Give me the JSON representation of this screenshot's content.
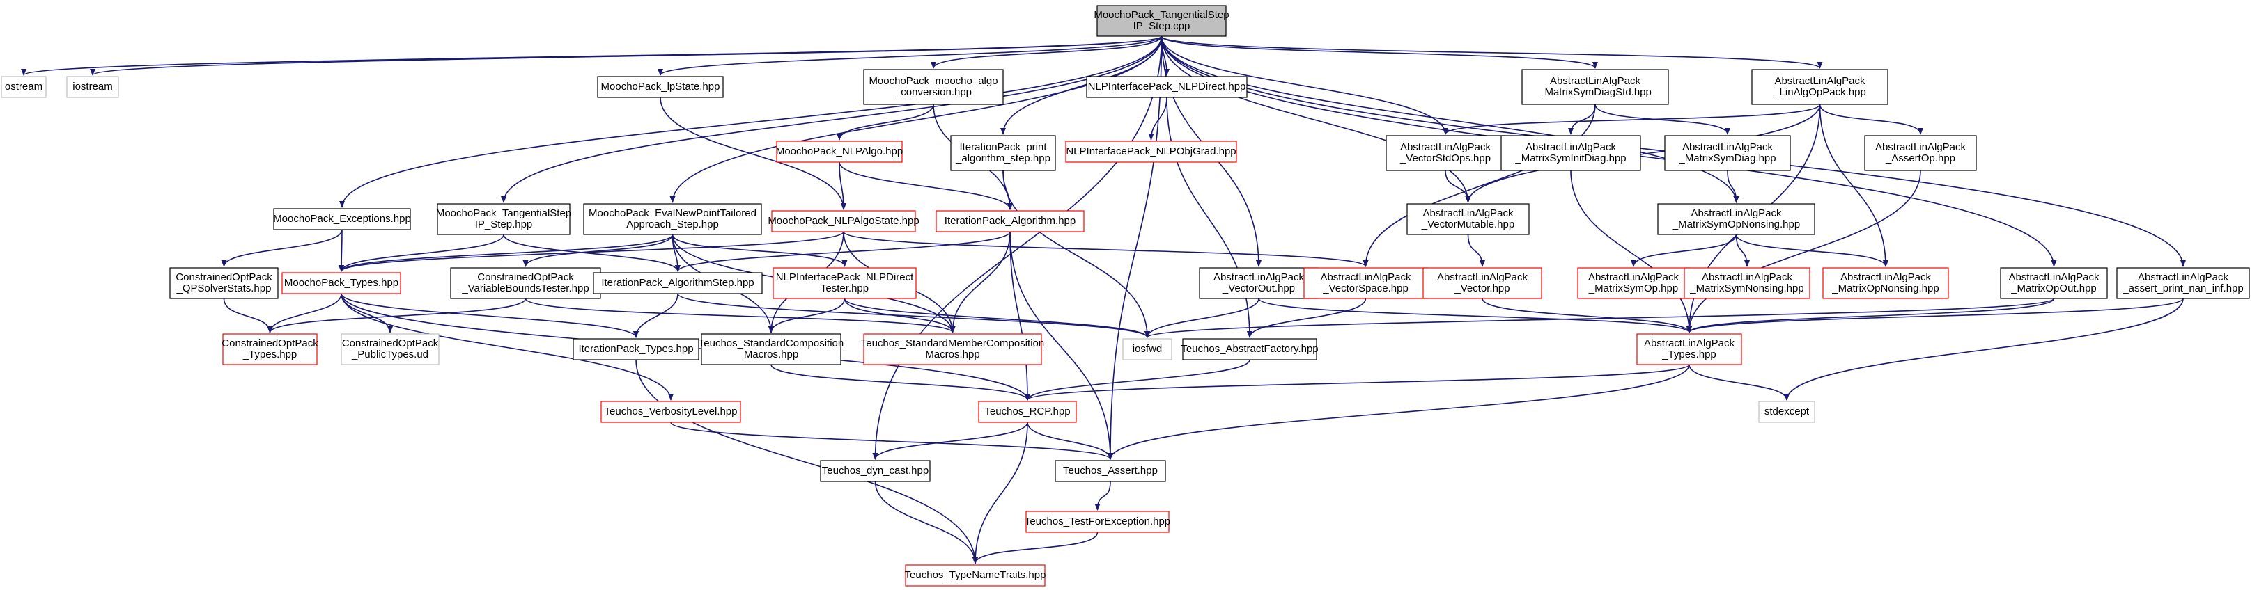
{
  "colors": {
    "root_fill": "#bfbfbf",
    "border_documented": "#000000",
    "border_undocumented": "#ff0000",
    "border_external": "#bfbfbf",
    "edge": "#191970",
    "edge_alt": "#a03030"
  },
  "nodes": [
    {
      "id": "root",
      "lines": [
        "MoochoPack_TangentialStep",
        "IP_Step.cpp"
      ],
      "kind": "root"
    },
    {
      "id": "ostream",
      "lines": [
        "ostream"
      ],
      "kind": "external"
    },
    {
      "id": "iostream",
      "lines": [
        "iostream"
      ],
      "kind": "external"
    },
    {
      "id": "lpstate",
      "lines": [
        "MoochoPack_lpState.hpp"
      ],
      "kind": "documented"
    },
    {
      "id": "algoconv",
      "lines": [
        "MoochoPack_moocho_algo",
        "_conversion.hpp"
      ],
      "kind": "documented"
    },
    {
      "id": "nlpdirect",
      "lines": [
        "NLPInterfacePack_NLPDirect.hpp"
      ],
      "kind": "documented"
    },
    {
      "id": "msdiagstd",
      "lines": [
        "AbstractLinAlgPack",
        "_MatrixSymDiagStd.hpp"
      ],
      "kind": "documented"
    },
    {
      "id": "linalgop",
      "lines": [
        "AbstractLinAlgPack",
        "_LinAlgOpPack.hpp"
      ],
      "kind": "documented"
    },
    {
      "id": "nlpalgo",
      "lines": [
        "MoochoPack_NLPAlgo.hpp"
      ],
      "kind": "undocumented"
    },
    {
      "id": "printalgo",
      "lines": [
        "IterationPack_print",
        "_algorithm_step.hpp"
      ],
      "kind": "documented"
    },
    {
      "id": "nlpobjgrad",
      "lines": [
        "NLPInterfacePack_NLPObjGrad.hpp"
      ],
      "kind": "undocumented"
    },
    {
      "id": "vecstdops",
      "lines": [
        "AbstractLinAlgPack",
        "_VectorStdOps.hpp"
      ],
      "kind": "documented"
    },
    {
      "id": "msinitdiag",
      "lines": [
        "AbstractLinAlgPack",
        "_MatrixSymInitDiag.hpp"
      ],
      "kind": "documented"
    },
    {
      "id": "msdiag",
      "lines": [
        "AbstractLinAlgPack",
        "_MatrixSymDiag.hpp"
      ],
      "kind": "documented"
    },
    {
      "id": "assertop",
      "lines": [
        "AbstractLinAlgPack",
        "_AssertOp.hpp"
      ],
      "kind": "documented"
    },
    {
      "id": "exceptions",
      "lines": [
        "MoochoPack_Exceptions.hpp"
      ],
      "kind": "documented"
    },
    {
      "id": "tangstep",
      "lines": [
        "MoochoPack_TangentialStep",
        "IP_Step.hpp"
      ],
      "kind": "documented"
    },
    {
      "id": "evalnew",
      "lines": [
        "MoochoPack_EvalNewPointTailored",
        "Approach_Step.hpp"
      ],
      "kind": "documented"
    },
    {
      "id": "nlpalgostate",
      "lines": [
        "MoochoPack_NLPAlgoState.hpp"
      ],
      "kind": "undocumented"
    },
    {
      "id": "italgo",
      "lines": [
        "IterationPack_Algorithm.hpp"
      ],
      "kind": "undocumented"
    },
    {
      "id": "vecmutable",
      "lines": [
        "AbstractLinAlgPack",
        "_VectorMutable.hpp"
      ],
      "kind": "documented"
    },
    {
      "id": "msopnonsing",
      "lines": [
        "AbstractLinAlgPack",
        "_MatrixSymOpNonsing.hpp"
      ],
      "kind": "documented"
    },
    {
      "id": "qpsolver",
      "lines": [
        "ConstrainedOptPack",
        "_QPSolverStats.hpp"
      ],
      "kind": "documented"
    },
    {
      "id": "mptypes",
      "lines": [
        "MoochoPack_Types.hpp"
      ],
      "kind": "undocumented"
    },
    {
      "id": "varbounds",
      "lines": [
        "ConstrainedOptPack",
        "_VariableBoundsTester.hpp"
      ],
      "kind": "documented"
    },
    {
      "id": "itstep",
      "lines": [
        "IterationPack_AlgorithmStep.hpp"
      ],
      "kind": "documented"
    },
    {
      "id": "nlpdirecttester",
      "lines": [
        "NLPInterfacePack_NLPDirect",
        "Tester.hpp"
      ],
      "kind": "undocumented"
    },
    {
      "id": "vecout",
      "lines": [
        "AbstractLinAlgPack",
        "_VectorOut.hpp"
      ],
      "kind": "documented"
    },
    {
      "id": "vecspace",
      "lines": [
        "AbstractLinAlgPack",
        "_VectorSpace.hpp"
      ],
      "kind": "undocumented"
    },
    {
      "id": "vector",
      "lines": [
        "AbstractLinAlgPack",
        "_Vector.hpp"
      ],
      "kind": "undocumented"
    },
    {
      "id": "msop",
      "lines": [
        "AbstractLinAlgPack",
        "_MatrixSymOp.hpp"
      ],
      "kind": "undocumented"
    },
    {
      "id": "msnonsing",
      "lines": [
        "AbstractLinAlgPack",
        "_MatrixSymNonsing.hpp"
      ],
      "kind": "undocumented"
    },
    {
      "id": "mopnonsing",
      "lines": [
        "AbstractLinAlgPack",
        "_MatrixOpNonsing.hpp"
      ],
      "kind": "undocumented"
    },
    {
      "id": "matrixopout",
      "lines": [
        "AbstractLinAlgPack",
        "_MatrixOpOut.hpp"
      ],
      "kind": "documented"
    },
    {
      "id": "printnaninf",
      "lines": [
        "AbstractLinAlgPack",
        "_assert_print_nan_inf.hpp"
      ],
      "kind": "documented"
    },
    {
      "id": "coptypes",
      "lines": [
        "ConstrainedOptPack",
        "_Types.hpp"
      ],
      "kind": "undocumented"
    },
    {
      "id": "coppublic",
      "lines": [
        "ConstrainedOptPack",
        "_PublicTypes.ud"
      ],
      "kind": "external"
    },
    {
      "id": "ittypes",
      "lines": [
        "IterationPack_Types.hpp"
      ],
      "kind": "documented"
    },
    {
      "id": "stdcomp",
      "lines": [
        "Teuchos_StandardComposition",
        "Macros.hpp"
      ],
      "kind": "documented"
    },
    {
      "id": "stdmember",
      "lines": [
        "Teuchos_StandardMemberComposition",
        "Macros.hpp"
      ],
      "kind": "undocumented"
    },
    {
      "id": "iosfwd",
      "lines": [
        "iosfwd"
      ],
      "kind": "external"
    },
    {
      "id": "absfactory",
      "lines": [
        "Teuchos_AbstractFactory.hpp"
      ],
      "kind": "documented"
    },
    {
      "id": "alatypes",
      "lines": [
        "AbstractLinAlgPack",
        "_Types.hpp"
      ],
      "kind": "undocumented"
    },
    {
      "id": "verbosity",
      "lines": [
        "Teuchos_VerbosityLevel.hpp"
      ],
      "kind": "undocumented"
    },
    {
      "id": "rcp",
      "lines": [
        "Teuchos_RCP.hpp"
      ],
      "kind": "undocumented"
    },
    {
      "id": "stdexcept",
      "lines": [
        "stdexcept"
      ],
      "kind": "external"
    },
    {
      "id": "dyncast",
      "lines": [
        "Teuchos_dyn_cast.hpp"
      ],
      "kind": "documented"
    },
    {
      "id": "tassert",
      "lines": [
        "Teuchos_Assert.hpp"
      ],
      "kind": "documented"
    },
    {
      "id": "testforexc",
      "lines": [
        "Teuchos_TestForException.hpp"
      ],
      "kind": "undocumented"
    },
    {
      "id": "typenametraits",
      "lines": [
        "Teuchos_TypeNameTraits.hpp"
      ],
      "kind": "undocumented"
    }
  ]
}
